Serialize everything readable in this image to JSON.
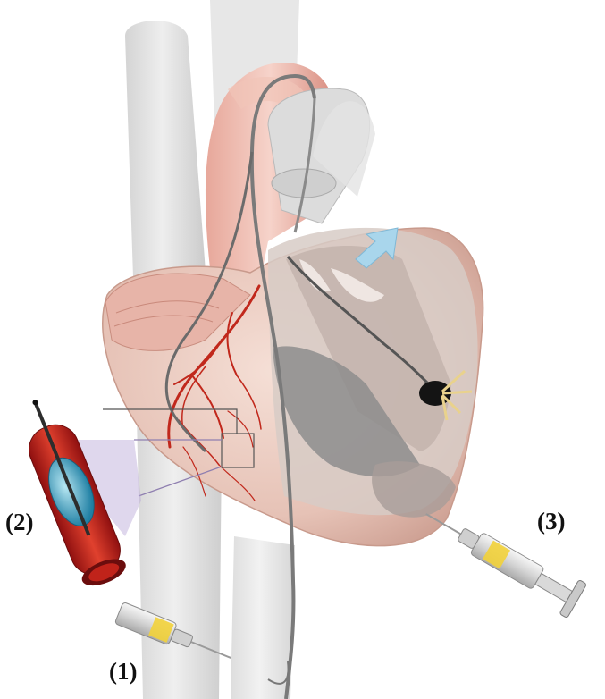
{
  "labels": {
    "delivery_1": "(1)",
    "delivery_2": "(2)",
    "delivery_3": "(3)"
  },
  "colors": {
    "vessel_grey": "#d9d9d9",
    "myocardium_pink": "#e8b0a4",
    "artery_red": "#c1281c",
    "ventricle_cavity": "#c9bdb8",
    "septum_grey": "#8c8c8c",
    "arrow_blue": "#a9d6ec",
    "syringe_yellow": "#f2d23a",
    "balloon_blue": "#3aa6c8"
  },
  "icons": {
    "arrow": "blue-arrow-icon",
    "intramyocardial_needle": "syringe-icon",
    "intracoronary": "balloon-catheter-icon",
    "endocardial": "injection-catheter-icon"
  }
}
